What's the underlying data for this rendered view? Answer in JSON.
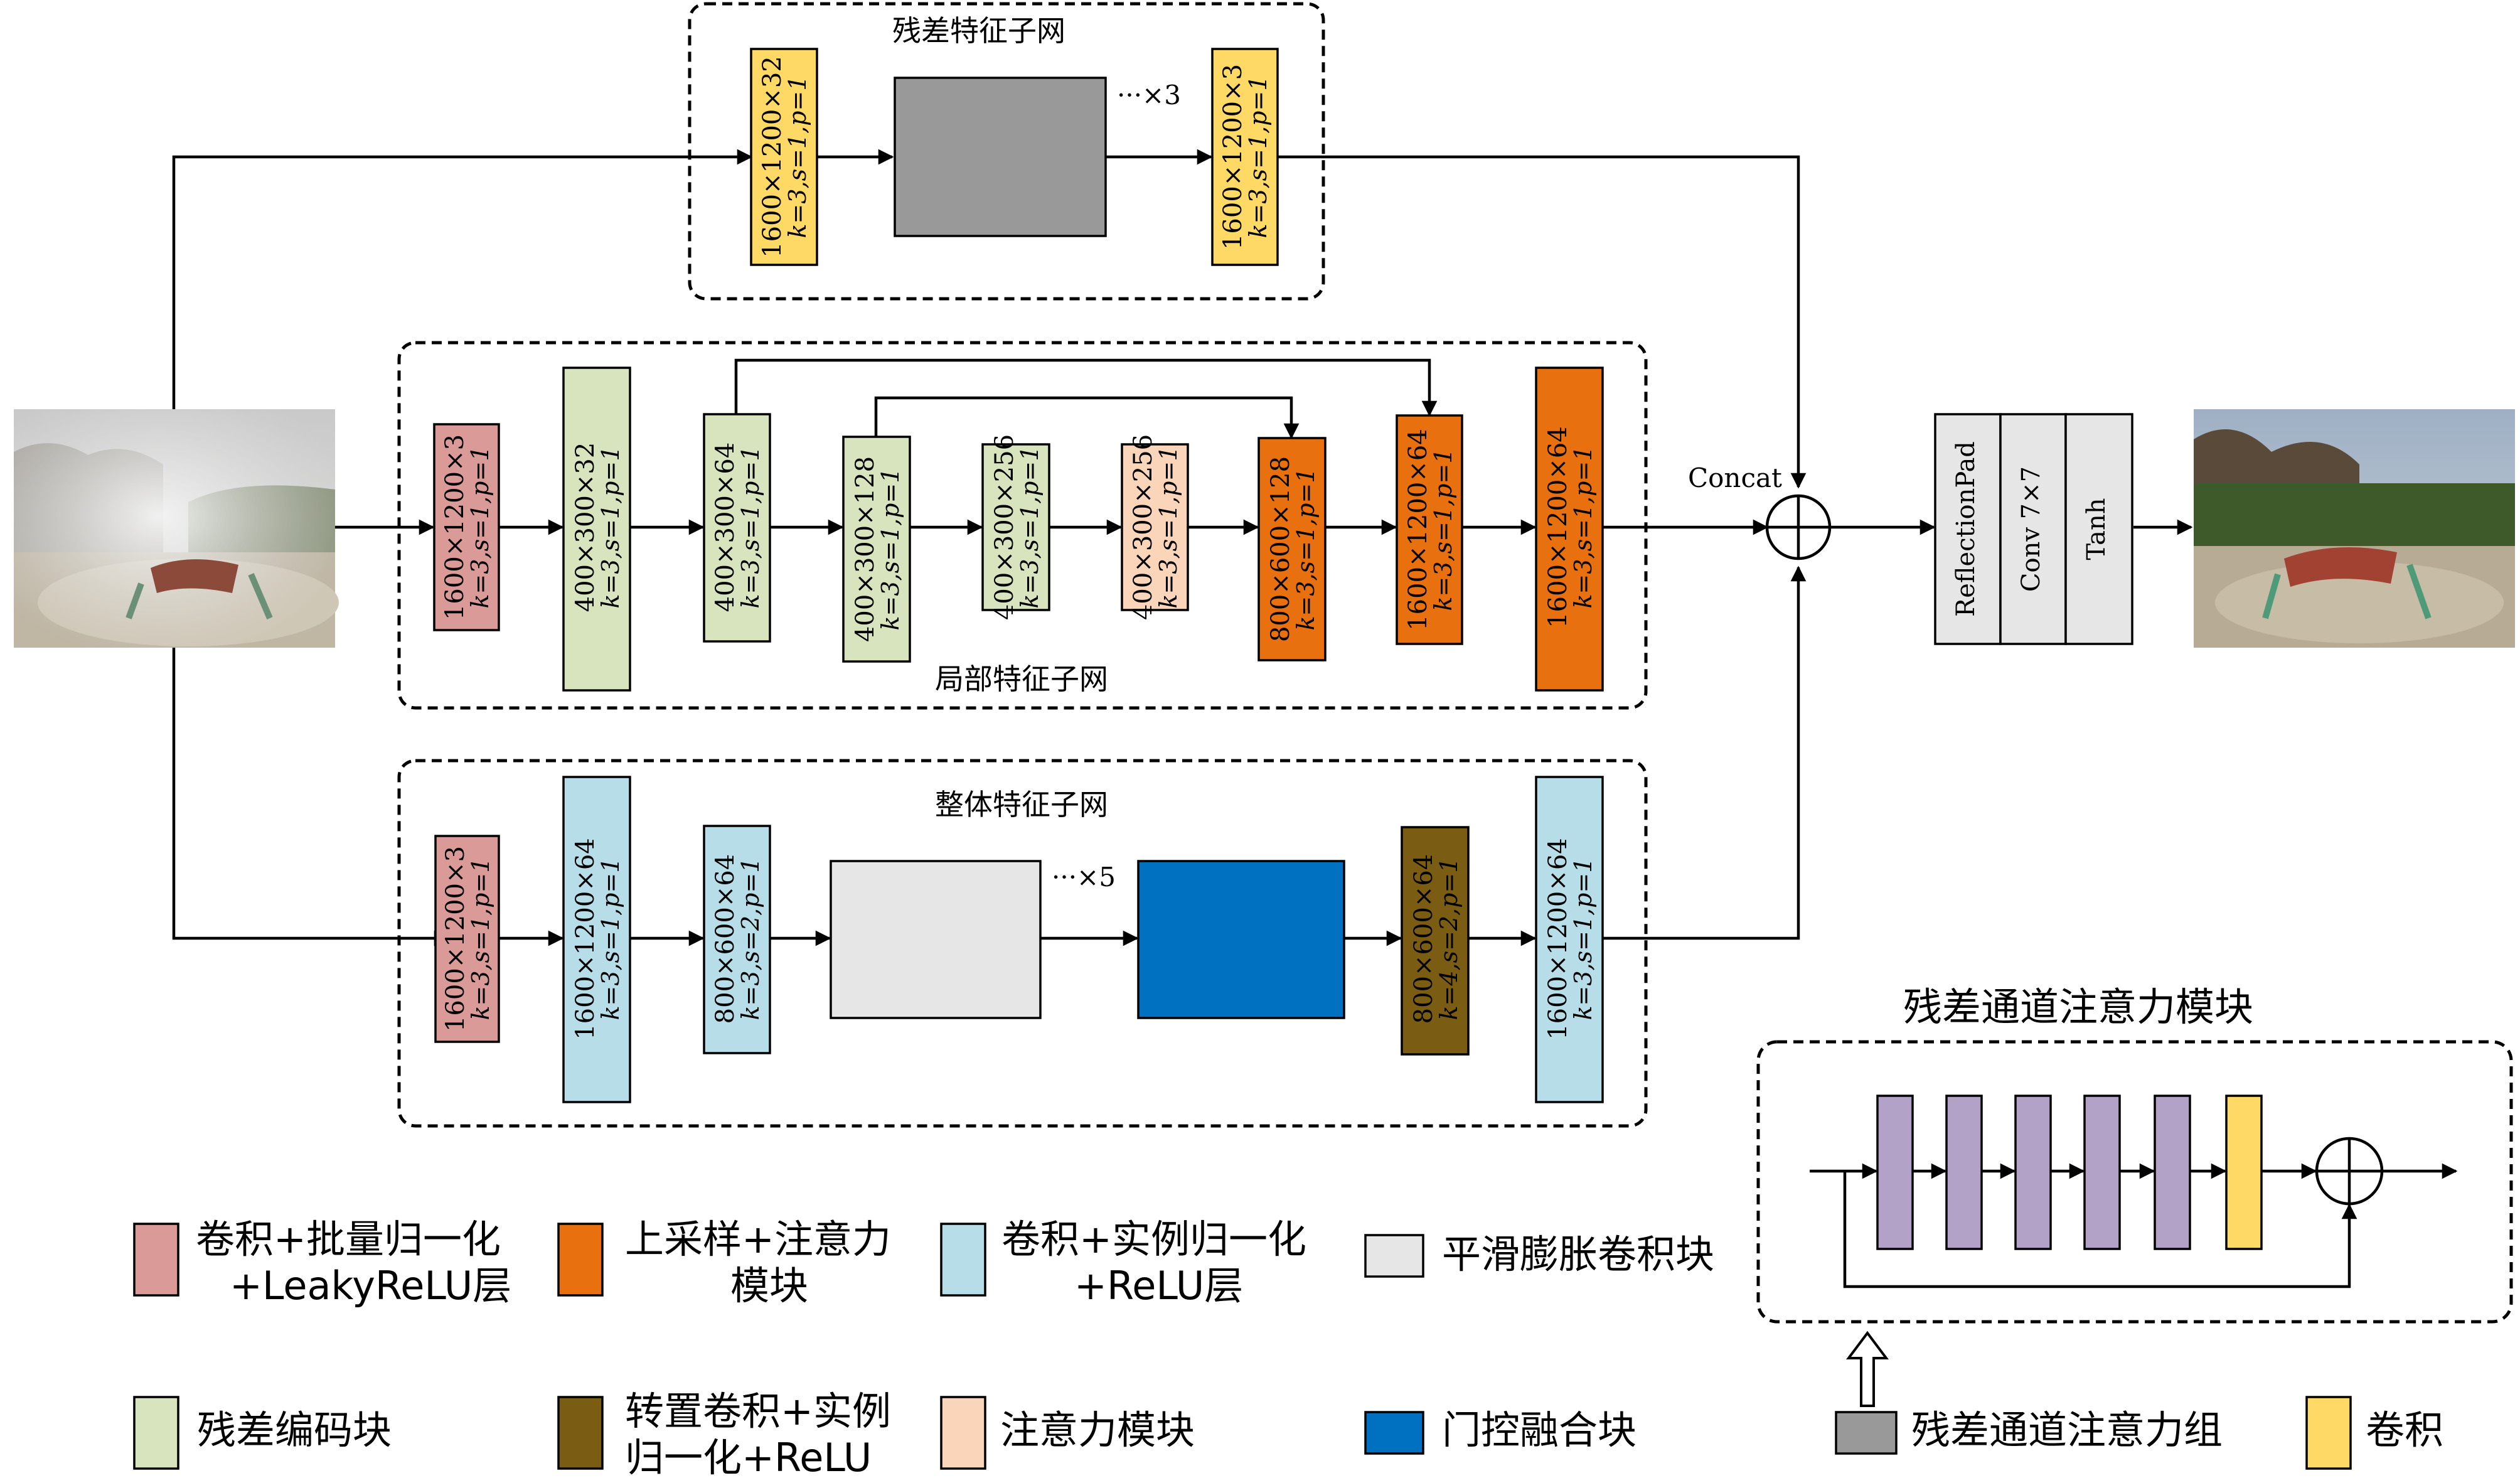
{
  "subnets": {
    "residual": "残差特征子网",
    "local": "局部特征子网",
    "global": "整体特征子网"
  },
  "residual_blocks": {
    "in_size": "1600×1200×32",
    "in_param": "k=3,s=1,p=1",
    "out_size": "1600×1200×3",
    "out_param": "k=3,s=1,p=1",
    "repeat": "···×3"
  },
  "local_blocks": [
    {
      "size": "1600×1200×3",
      "param": "k=3,s=1,p=1"
    },
    {
      "size": "400×300×32",
      "param": "k=3,s=1,p=1"
    },
    {
      "size": "400×300×64",
      "param": "k=3,s=1,p=1"
    },
    {
      "size": "400×300×128",
      "param": "k=3,s=1,p=1"
    },
    {
      "size": "400×300×256",
      "param": "k=3,s=1,p=1"
    },
    {
      "size": "400×300×256",
      "param": "k=3,s=1,p=1"
    },
    {
      "size": "800×600×128",
      "param": "k=3,s=1,p=1"
    },
    {
      "size": "1600×1200×64",
      "param": "k=3,s=1,p=1"
    },
    {
      "size": "1600×1200×64",
      "param": "k=3,s=1,p=1"
    }
  ],
  "global_blocks": [
    {
      "size": "1600×1200×3",
      "param": "k=3,s=1,p=1"
    },
    {
      "size": "1600×1200×64",
      "param": "k=3,s=1,p=1"
    },
    {
      "size": "800×600×64",
      "param": "k=3,s=2,p=1"
    },
    {
      "size": "800×600×64",
      "param": "k=4,s=2,p=1"
    },
    {
      "size": "1600×1200×64",
      "param": "k=3,s=1,p=1"
    }
  ],
  "global_repeat": "···×5",
  "concat_label": "Concat",
  "output_layers": [
    "ReflectionPad",
    "Conv 7×7",
    "Tanh"
  ],
  "rcab_title": "残差通道注意力模块",
  "legend": {
    "conv_bn_leaky": [
      "卷积+批量归一化",
      "+LeakyReLU层"
    ],
    "upsample_attention": [
      "上采样+注意力",
      "模块"
    ],
    "conv_in_relu": [
      "卷积+实例归一化",
      "+ReLU层"
    ],
    "smooth_dilated": "平滑膨胀卷积块",
    "residual_encoder": "残差编码块",
    "transposed_conv": [
      "转置卷积+实例",
      "归一化+ReLU"
    ],
    "attention_module": "注意力模块",
    "gated_fusion": "门控融合块",
    "rcag": "残差通道注意力组",
    "conv": "卷积"
  },
  "colors": {
    "conv_bn_leaky": "#D99A98",
    "upsample_attention": "#E8700E",
    "conv_in_relu": "#B7DDE8",
    "smooth_dilated": "#E6E6E6",
    "residual_encoder": "#D7E4BD",
    "transposed_conv": "#7A5D12",
    "attention_module": "#FAD5BA",
    "gated_fusion": "#0070C0",
    "rcag": "#999999",
    "conv": "#FFD966",
    "rcab_purple": "#B3A2C7"
  }
}
